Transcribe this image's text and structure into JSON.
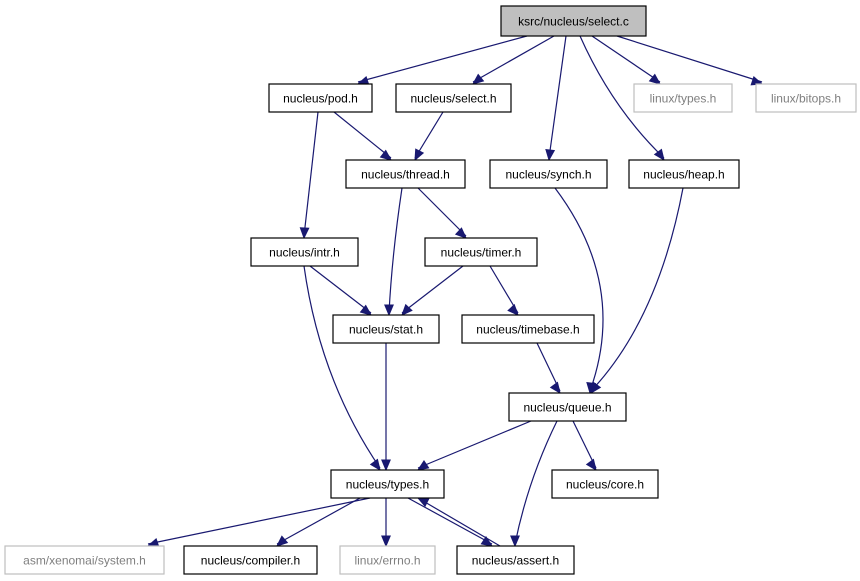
{
  "diagram": {
    "colors": {
      "edge": "#191970",
      "root_fill": "#bfbfbf",
      "node_fill": "#ffffff",
      "node_border": "#000000",
      "external_border": "#bfbfbf",
      "external_text": "#7f7f7f",
      "text": "#000000"
    },
    "nodes": [
      {
        "id": "select_c",
        "label": "ksrc/nucleus/select.c",
        "kind": "root"
      },
      {
        "id": "pod_h",
        "label": "nucleus/pod.h",
        "kind": "internal"
      },
      {
        "id": "select_h",
        "label": "nucleus/select.h",
        "kind": "internal"
      },
      {
        "id": "linux_types_h",
        "label": "linux/types.h",
        "kind": "external"
      },
      {
        "id": "linux_bitops_h",
        "label": "linux/bitops.h",
        "kind": "external"
      },
      {
        "id": "thread_h",
        "label": "nucleus/thread.h",
        "kind": "internal"
      },
      {
        "id": "synch_h",
        "label": "nucleus/synch.h",
        "kind": "internal"
      },
      {
        "id": "heap_h",
        "label": "nucleus/heap.h",
        "kind": "internal"
      },
      {
        "id": "intr_h",
        "label": "nucleus/intr.h",
        "kind": "internal"
      },
      {
        "id": "timer_h",
        "label": "nucleus/timer.h",
        "kind": "internal"
      },
      {
        "id": "stat_h",
        "label": "nucleus/stat.h",
        "kind": "internal"
      },
      {
        "id": "timebase_h",
        "label": "nucleus/timebase.h",
        "kind": "internal"
      },
      {
        "id": "queue_h",
        "label": "nucleus/queue.h",
        "kind": "internal"
      },
      {
        "id": "types_h",
        "label": "nucleus/types.h",
        "kind": "internal"
      },
      {
        "id": "core_h",
        "label": "nucleus/core.h",
        "kind": "internal"
      },
      {
        "id": "system_h",
        "label": "asm/xenomai/system.h",
        "kind": "external"
      },
      {
        "id": "compiler_h",
        "label": "nucleus/compiler.h",
        "kind": "internal"
      },
      {
        "id": "errno_h",
        "label": "linux/errno.h",
        "kind": "external"
      },
      {
        "id": "assert_h",
        "label": "nucleus/assert.h",
        "kind": "internal"
      }
    ],
    "edges": [
      {
        "from": "select_c",
        "to": "pod_h"
      },
      {
        "from": "select_c",
        "to": "select_h"
      },
      {
        "from": "select_c",
        "to": "synch_h"
      },
      {
        "from": "select_c",
        "to": "heap_h"
      },
      {
        "from": "select_c",
        "to": "linux_types_h"
      },
      {
        "from": "select_c",
        "to": "linux_bitops_h"
      },
      {
        "from": "pod_h",
        "to": "thread_h"
      },
      {
        "from": "pod_h",
        "to": "intr_h"
      },
      {
        "from": "select_h",
        "to": "thread_h"
      },
      {
        "from": "thread_h",
        "to": "timer_h"
      },
      {
        "from": "thread_h",
        "to": "stat_h"
      },
      {
        "from": "intr_h",
        "to": "stat_h"
      },
      {
        "from": "intr_h",
        "to": "types_h"
      },
      {
        "from": "timer_h",
        "to": "stat_h"
      },
      {
        "from": "timer_h",
        "to": "timebase_h"
      },
      {
        "from": "synch_h",
        "to": "queue_h"
      },
      {
        "from": "heap_h",
        "to": "queue_h"
      },
      {
        "from": "timebase_h",
        "to": "queue_h"
      },
      {
        "from": "stat_h",
        "to": "types_h"
      },
      {
        "from": "queue_h",
        "to": "types_h"
      },
      {
        "from": "queue_h",
        "to": "core_h"
      },
      {
        "from": "queue_h",
        "to": "assert_h"
      },
      {
        "from": "types_h",
        "to": "system_h"
      },
      {
        "from": "types_h",
        "to": "compiler_h"
      },
      {
        "from": "types_h",
        "to": "errno_h"
      },
      {
        "from": "types_h",
        "to": "assert_h"
      },
      {
        "from": "assert_h",
        "to": "types_h"
      }
    ]
  }
}
